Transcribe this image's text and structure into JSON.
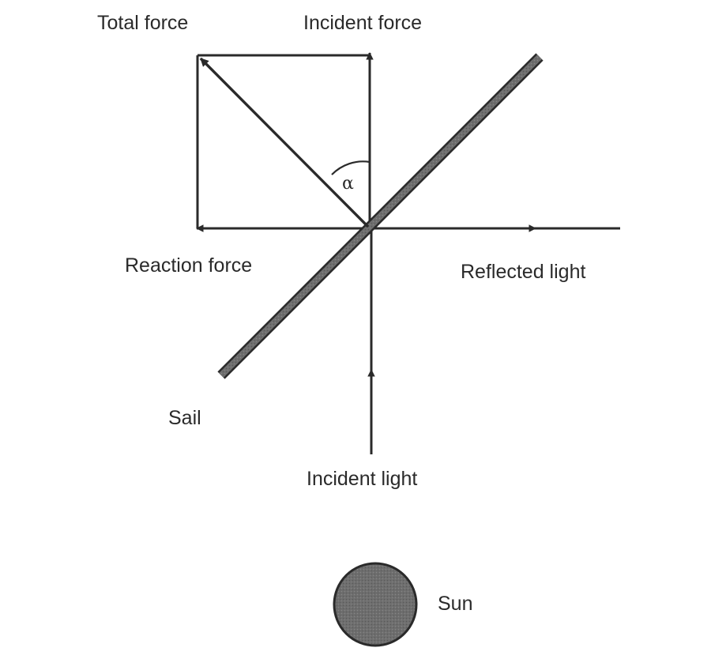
{
  "labels": {
    "total_force": "Total force",
    "incident_force": "Incident force",
    "reaction_force": "Reaction force",
    "reflected_light": "Reflected light",
    "sail": "Sail",
    "incident_light": "Incident light",
    "sun": "Sun",
    "angle": "α"
  },
  "colors": {
    "ink": "#2a2a2a",
    "sail_fill": "#6e6e6e",
    "sun_fill": "#6b6b6b"
  }
}
